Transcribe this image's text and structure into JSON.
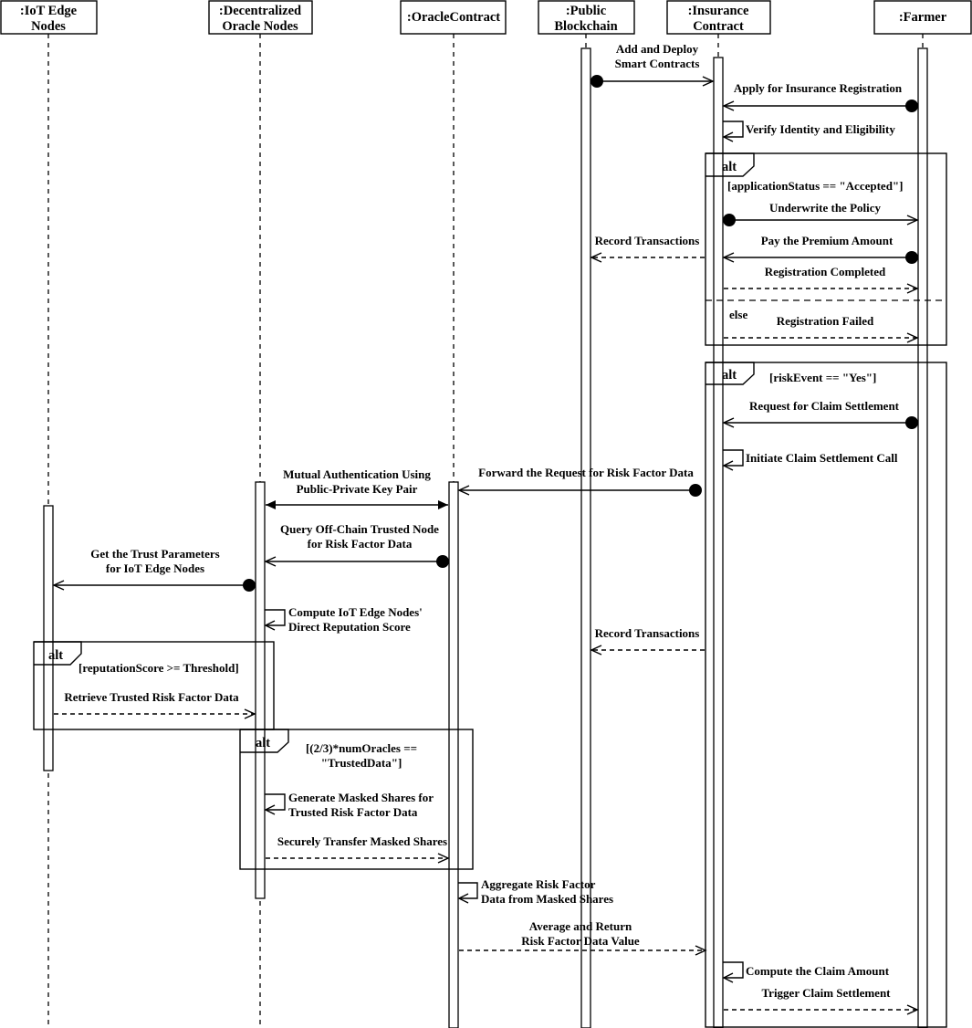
{
  "participants": {
    "iot": ":IoT Edge\nNodes",
    "dec": ":Decentralized\nOracle Nodes",
    "orc": ":OracleContract",
    "pub": ":Public\nBlockchain",
    "ins": ":Insurance\nContract",
    "far": ":Farmer"
  },
  "messages": {
    "m1": "Add and Deploy\nSmart Contracts",
    "m2": "Apply for Insurance Registration",
    "m3": "Verify Identity and Eligibility",
    "m4": "Underwrite the Policy",
    "m5": "Record Transactions",
    "m6": "Pay the Premium Amount",
    "m7": "Registration Completed",
    "m8": "Registration Failed",
    "m9": "Request for Claim Settlement",
    "m10": "Initiate Claim Settlement Call",
    "m11": "Forward the Request for Risk Factor Data",
    "m12": "Mutual Authentication Using\nPublic-Private Key Pair",
    "m13": "Query Off-Chain Trusted Node\nfor Risk Factor Data",
    "m14": "Get the Trust Parameters\nfor IoT Edge Nodes",
    "m15": "Compute IoT Edge Nodes'\nDirect Reputation Score",
    "m16": "Record Transactions",
    "m17": "Retrieve Trusted Risk Factor Data",
    "m18": "Generate Masked Shares for\nTrusted Risk Factor Data",
    "m19": "Securely Transfer Masked Shares",
    "m20": "Aggregate Risk Factor\nData from Masked Shares",
    "m21": "Average and Return\nRisk Factor Data Value",
    "m22": "Compute the Claim Amount",
    "m23": "Trigger Claim Settlement"
  },
  "frames": {
    "f1": {
      "label": "alt",
      "guard": "[applicationStatus == \"Accepted\"]",
      "else": "else"
    },
    "f2": {
      "label": "alt",
      "guard": "[riskEvent == \"Yes\"]"
    },
    "f3": {
      "label": "alt",
      "guard": "[reputationScore >= Threshold]"
    },
    "f4": {
      "label": "alt",
      "guard": "[(2/3)*numOracles ==\n\"TrustedData\"]"
    }
  }
}
